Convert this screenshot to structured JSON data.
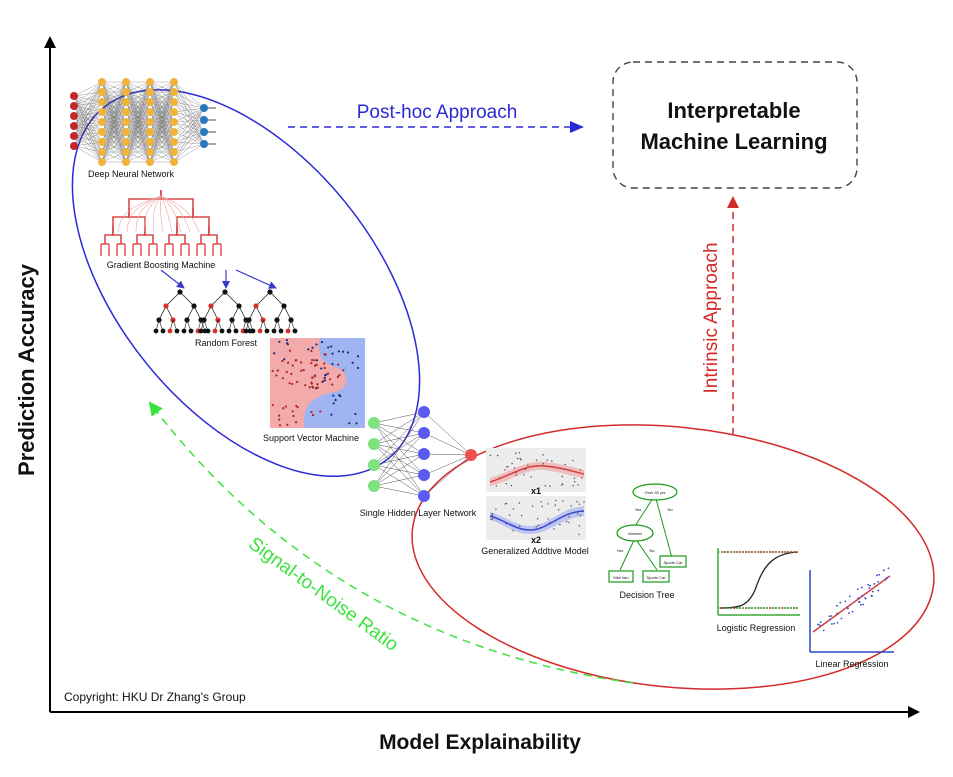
{
  "axes": {
    "y_label": "Prediction Accuracy",
    "x_label": "Model Explainability"
  },
  "target_box": {
    "line1": "Interpretable",
    "line2": "Machine Learning"
  },
  "arrows": {
    "posthoc": "Post-hoc Approach",
    "intrinsic": "Intrinsic Approach",
    "signal": "Signal-to-Noise Ratio"
  },
  "models": {
    "dnn": "Deep Neural Network",
    "gbm": "Gradient Boosting Machine",
    "rf": "Random Forest",
    "svm": "Support Vector Machine",
    "shln": "Single Hidden Layer Network",
    "gam": "Generalized Addtive Model",
    "dt": "Decision Tree",
    "logreg": "Logistic Regression",
    "linreg": "Linear Regression"
  },
  "gam_panels": {
    "top": "x1",
    "bottom": "x2"
  },
  "decision_tree": {
    "root": "Over 30 yrs",
    "yes": "Yes",
    "no": "No",
    "married": "Married",
    "sports_car": "Sports Car",
    "mini_van": "Mini Van",
    "sports_car2": "Sports Car"
  },
  "copyright": "Copyright: HKU Dr Zhang's Group",
  "colors": {
    "blue": "#2a2ad6",
    "red": "#d42a2a",
    "green": "#3ce23c",
    "dnn_input": "#c0282c",
    "dnn_hidden": "#f0b43a",
    "dnn_output": "#2a78c0"
  }
}
